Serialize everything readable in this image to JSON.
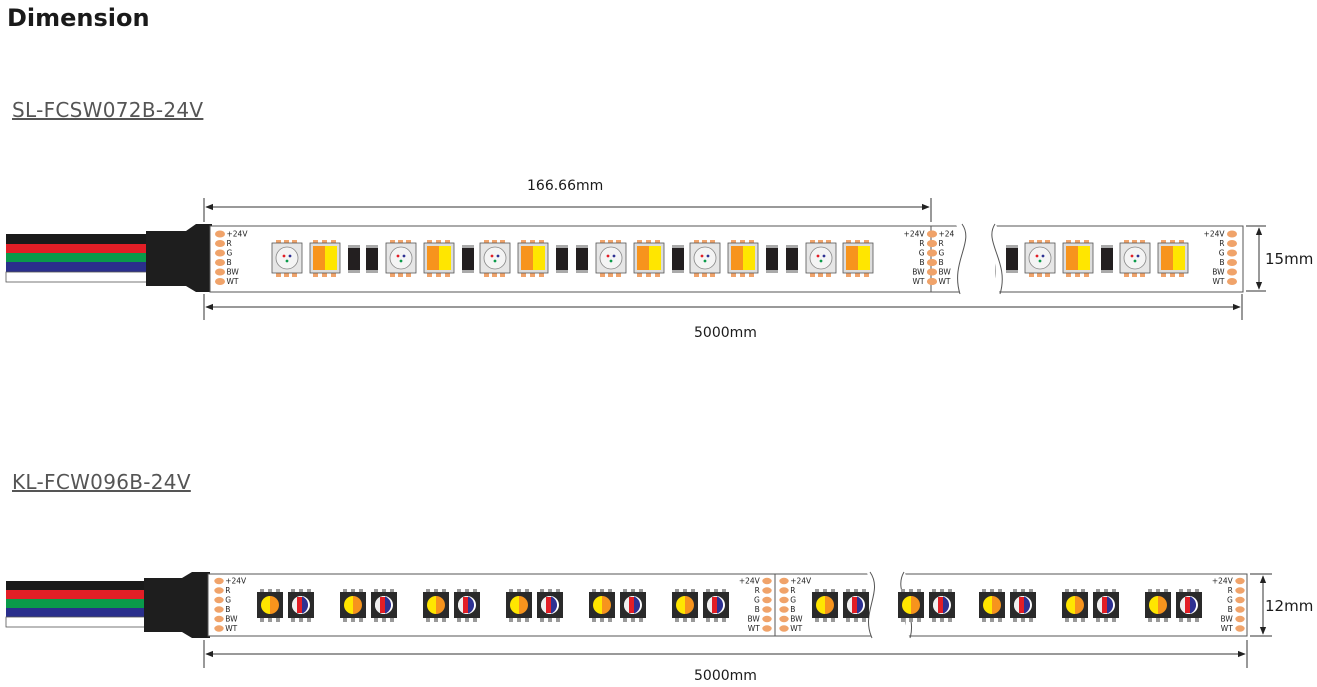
{
  "title": "Dimension",
  "strips": [
    {
      "model": "SL-FCSW072B-24V",
      "segment_length": "166.66mm",
      "total_length": "5000mm",
      "width": "15mm",
      "pad_labels": [
        "+24V",
        "R",
        "G",
        "B",
        "BW",
        "WT"
      ],
      "cut_labels_partial": [
        "+24"
      ]
    },
    {
      "model": "KL-FCW096B-24V",
      "total_length": "5000mm",
      "width": "12mm",
      "pad_labels": [
        "+24V",
        "R",
        "G",
        "B",
        "BW",
        "WT"
      ]
    }
  ],
  "colors": {
    "wire_black": "#1a1a1a",
    "wire_red": "#e21e26",
    "wire_green": "#0a9a4a",
    "wire_blue": "#2a2f8c",
    "wire_white": "#ffffff",
    "pad_orange": "#f0a36a",
    "led_warm": "#f7941d",
    "led_yellow": "#ffe600",
    "led_red": "#e21e26",
    "led_blue": "#2e3192",
    "chip_dark": "#231f20"
  }
}
